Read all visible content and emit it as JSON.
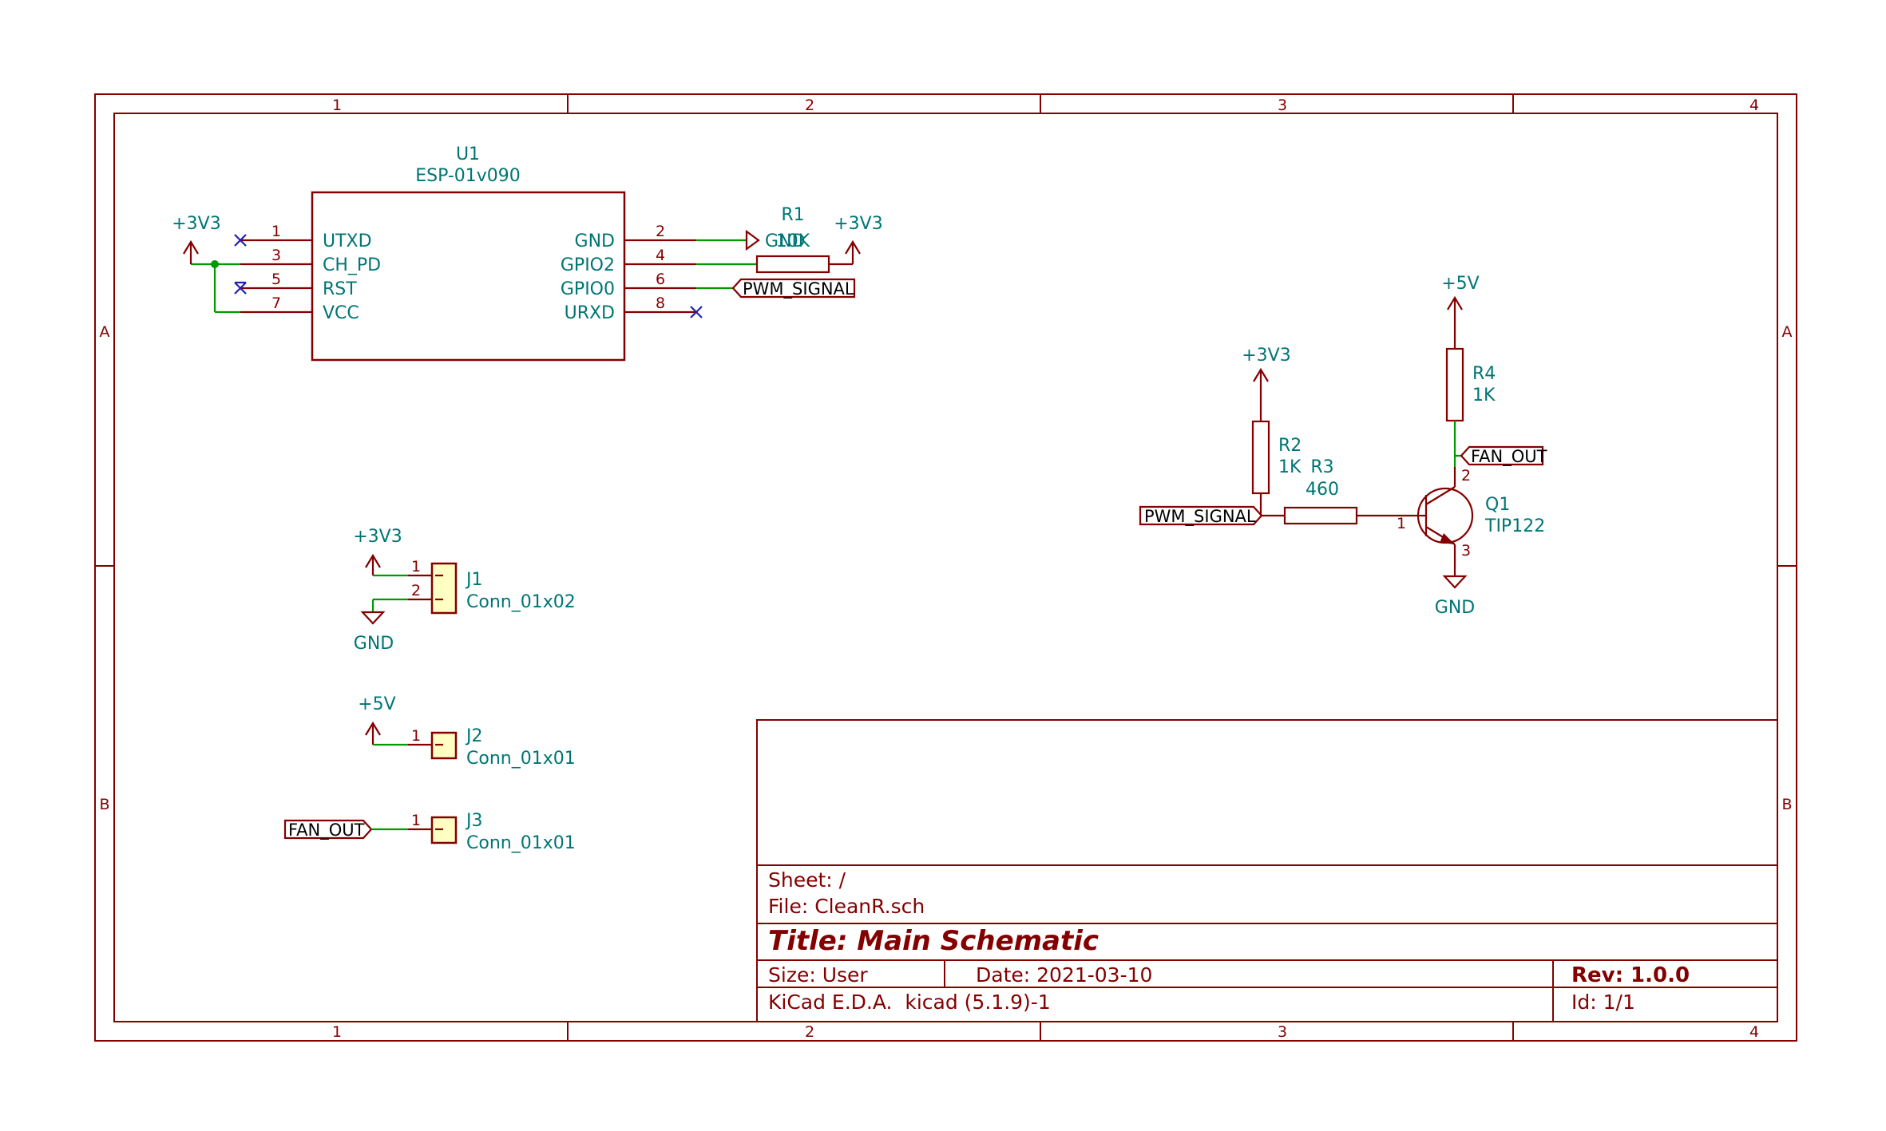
{
  "frame": {
    "columns": [
      "1",
      "2",
      "3",
      "4"
    ],
    "rows": [
      "A",
      "B"
    ]
  },
  "title_block": {
    "sheet": "Sheet: /",
    "file": "File: CleanR.sch",
    "title": "Title: Main Schematic",
    "size": "Size: User",
    "date": "Date: 2021-03-10",
    "rev": "Rev: 1.0.0",
    "tool": "KiCad E.D.A.  kicad (5.1.9)-1",
    "id": "Id: 1/1"
  },
  "u1": {
    "ref": "U1",
    "value": "ESP-01v090",
    "pins_left": [
      {
        "num": "1",
        "name": "UTXD"
      },
      {
        "num": "3",
        "name": "CH_PD"
      },
      {
        "num": "5",
        "name": "RST"
      },
      {
        "num": "7",
        "name": "VCC"
      }
    ],
    "pins_right": [
      {
        "num": "2",
        "name": "GND"
      },
      {
        "num": "4",
        "name": "GPIO2"
      },
      {
        "num": "6",
        "name": "GPIO0"
      },
      {
        "num": "8",
        "name": "URXD"
      }
    ]
  },
  "r1": {
    "ref": "R1",
    "value": "10K"
  },
  "r2": {
    "ref": "R2",
    "value": "1K"
  },
  "r3": {
    "ref": "R3",
    "value": "460"
  },
  "r4": {
    "ref": "R4",
    "value": "1K"
  },
  "q1": {
    "ref": "Q1",
    "value": "TIP122",
    "pins": {
      "base": "1",
      "collector": "2",
      "emitter": "3"
    }
  },
  "j1": {
    "ref": "J1",
    "value": "Conn_01x02",
    "pins": [
      "1",
      "2"
    ]
  },
  "j2": {
    "ref": "J2",
    "value": "Conn_01x01",
    "pin": "1"
  },
  "j3": {
    "ref": "J3",
    "value": "Conn_01x01",
    "pin": "1"
  },
  "power": {
    "v33": "+3V3",
    "v5": "+5V",
    "gnd": "GND"
  },
  "labels": {
    "pwm": "PWM_SIGNAL",
    "fan": "FAN_OUT"
  },
  "colors": {
    "frame": "#840000",
    "wire": "#009a00",
    "label_text": "#007575",
    "component_fill": "#ffffc2",
    "no_connect": "#2020b0"
  }
}
